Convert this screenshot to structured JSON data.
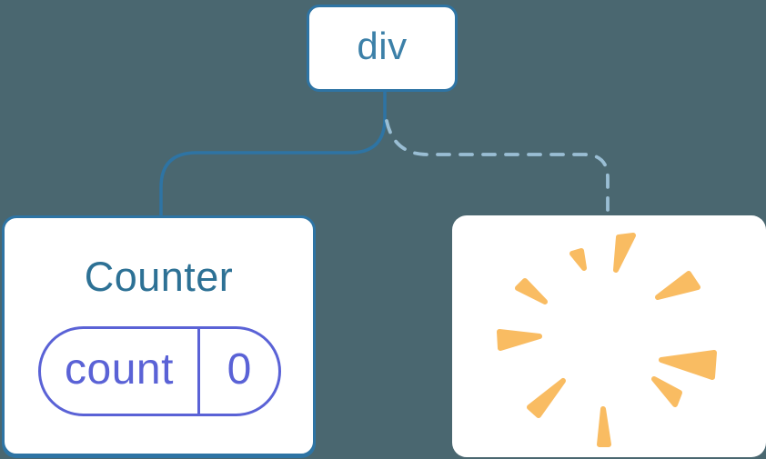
{
  "diagram": {
    "description": "component-tree",
    "root": {
      "label": "div"
    },
    "children": [
      {
        "type": "component-card",
        "title": "Counter",
        "state": {
          "key": "count",
          "value": "0"
        },
        "connector": "solid"
      },
      {
        "type": "removed-component-card",
        "icon": "poof-burst-icon",
        "connector": "dashed"
      }
    ]
  },
  "colors": {
    "background": "#4A6770",
    "card_background": "#FFFFFF",
    "tree_line_solid": "#2E74A4",
    "tree_line_dashed": "#9ABED4",
    "root_label_text": "#3C80A8",
    "component_title_text": "#2D7195",
    "state_accent": "#5A62D6",
    "burst_orange": "#F9BC62"
  }
}
